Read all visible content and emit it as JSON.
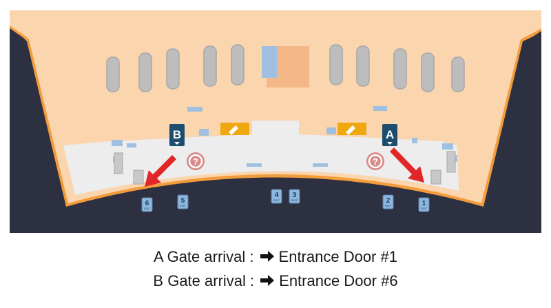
{
  "map": {
    "gates": [
      {
        "letter": "A"
      },
      {
        "letter": "B"
      }
    ],
    "exits": [
      {
        "number": "1",
        "sub": "EXIT"
      },
      {
        "number": "2",
        "sub": "EXIT"
      },
      {
        "number": "3",
        "sub": "EXIT"
      },
      {
        "number": "4",
        "sub": "EXIT"
      },
      {
        "number": "5",
        "sub": "EXIT"
      },
      {
        "number": "6",
        "sub": "EXIT"
      }
    ],
    "info_symbol": "?",
    "colors": {
      "background_dark": "#2d3040",
      "floor_terminal": "#fad5ae",
      "floor_concourse": "#ededed",
      "edge_orange": "#f39c3c",
      "gate_sign": "#1c4d6e",
      "route_arrow": "#e02626",
      "exit_tag": "#8db7df",
      "info_circle": "#d98a8a",
      "baggage_icon": "#f0a810",
      "carousel": "#bdbdbd"
    }
  },
  "legend": {
    "line_a": {
      "label": "A Gate arrival :",
      "destination": "Entrance Door #1"
    },
    "line_b": {
      "label": "B Gate arrival :",
      "destination": "Entrance Door #6"
    }
  }
}
